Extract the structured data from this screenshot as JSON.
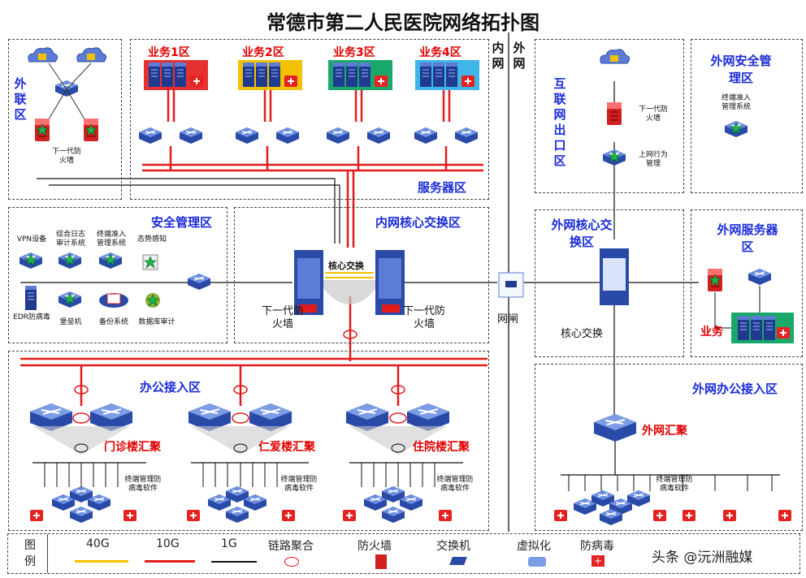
{
  "title": "常德市第二人民医院网络拓扑图",
  "divider": {
    "intranet": "内网",
    "extranet": "外网"
  },
  "zones": {
    "external": "外联区",
    "business": [
      "业务1区",
      "业务2区",
      "业务3区",
      "业务4区"
    ],
    "server": "服务器区",
    "security": "安全管理区",
    "core": "内网核心交换区",
    "office": "办公接入区",
    "internet_exit": "互联网出口区",
    "ext_security": "外网安全管理区",
    "ext_core": "外网核心交换区",
    "ext_server": "外网服务器区",
    "ext_office": "外网办公接入区"
  },
  "labels": {
    "ngfw": "下一代防火墙",
    "ngfw_short": "下一代防火墙",
    "behavior_mgmt": "上网行为管理",
    "terminal_access": "终端准入管理系统",
    "core_switch": "核心交换",
    "core_switch_inner": "核心交换",
    "gatekeeper": "网闸",
    "business": "业务",
    "ext_aggregation": "外网汇聚",
    "terminal_av": "终端管理防病毒软件",
    "buildings": [
      "门诊楼汇聚",
      "仁爱楼汇聚",
      "住院楼汇聚"
    ]
  },
  "security_items": [
    "VPN设备",
    "综合日志审计系统",
    "终端准入管理系统",
    "态势感知",
    "EDR防病毒",
    "堡垒机",
    "备份系统",
    "数据库审计"
  ],
  "legend": {
    "title": "图例",
    "items": [
      "40G",
      "10G",
      "1G",
      "链路聚合",
      "防火墙",
      "交换机",
      "虚拟化",
      "防病毒"
    ],
    "colors": {
      "40G": "#f2c200",
      "10G": "#e21b1b",
      "1G": "#111111",
      "fw": "#d82020",
      "switch": "#3a5fc0"
    }
  },
  "watermark": "头条 @沅洲融媒"
}
